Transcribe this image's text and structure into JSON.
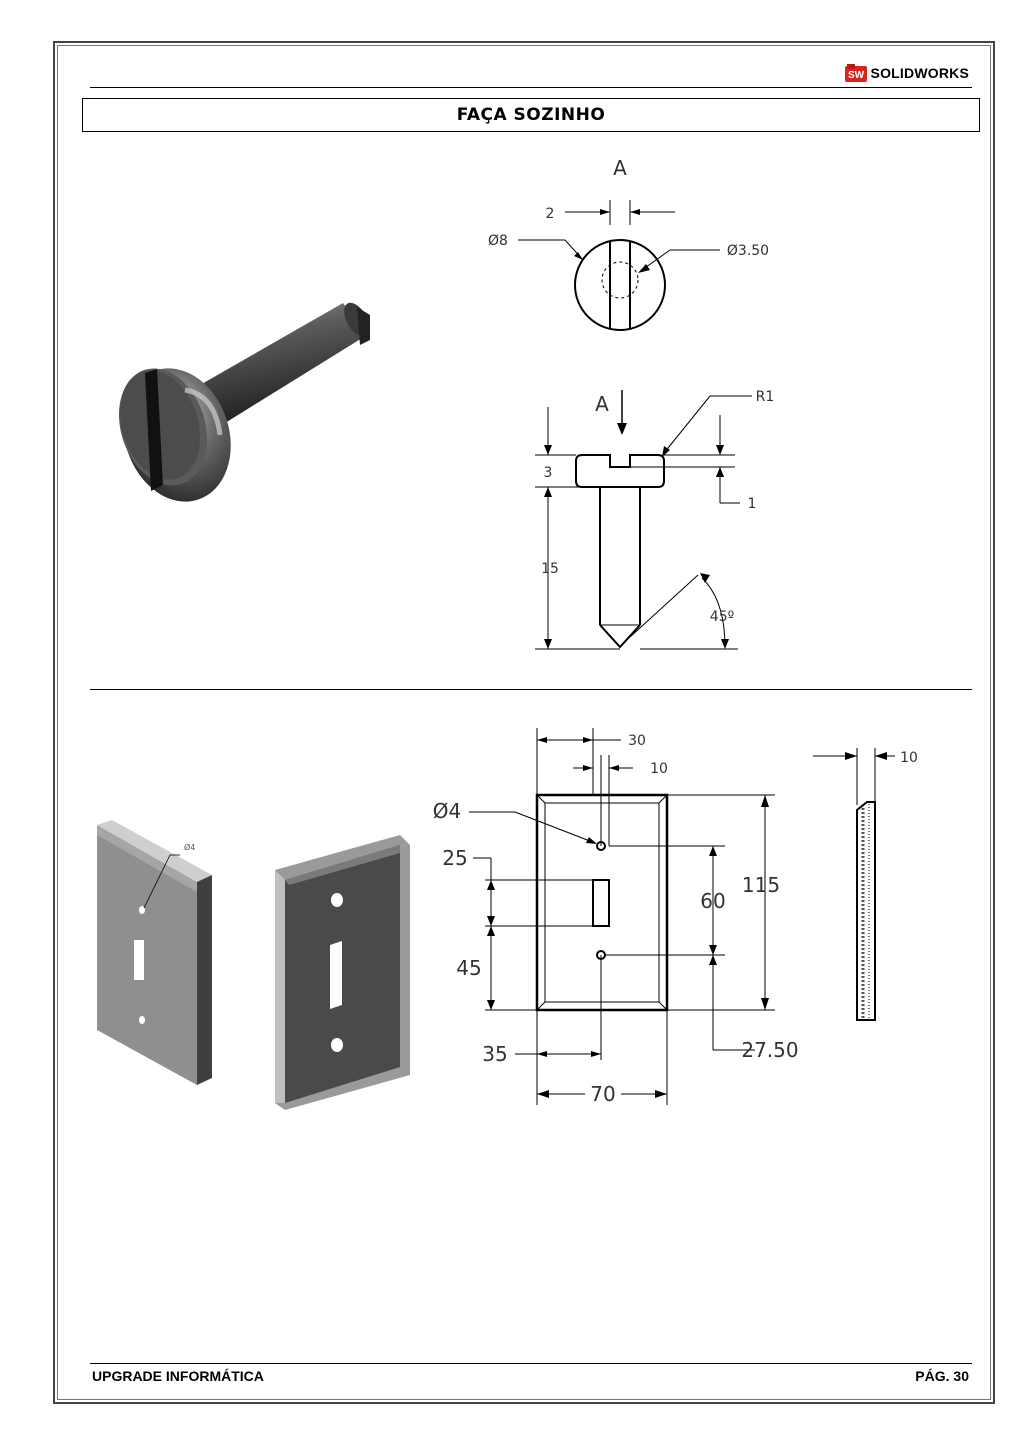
{
  "header": {
    "brand_logo_text": "SW",
    "brand_name": "SOLIDWORKS",
    "title": "FAÇA SOZINHO"
  },
  "screw_drawing": {
    "section_label_top": "A",
    "section_label_arrow": "A",
    "dim_slot_width": "2",
    "dim_head_diameter": "Ø8",
    "dim_hole_diameter": "Ø3.50",
    "dim_fillet_radius": "R1",
    "dim_head_height": "3",
    "dim_slot_depth": "1",
    "dim_shaft_length": "15",
    "dim_tip_angle": "45º"
  },
  "plate_drawing": {
    "iso_hole_label": "Ø4",
    "dim_hole_diameter": "Ø4",
    "dim_30": "30",
    "dim_10_top": "10",
    "dim_25": "25",
    "dim_45": "45",
    "dim_60": "60",
    "dim_115": "115",
    "dim_35": "35",
    "dim_27_50": "27.50",
    "dim_70": "70",
    "dim_10_side": "10"
  },
  "footer": {
    "left": "UPGRADE INFORMÁTICA",
    "right": "PÁG. 30"
  },
  "colors": {
    "logo_red": "#d7261e",
    "ink": "#000000"
  }
}
